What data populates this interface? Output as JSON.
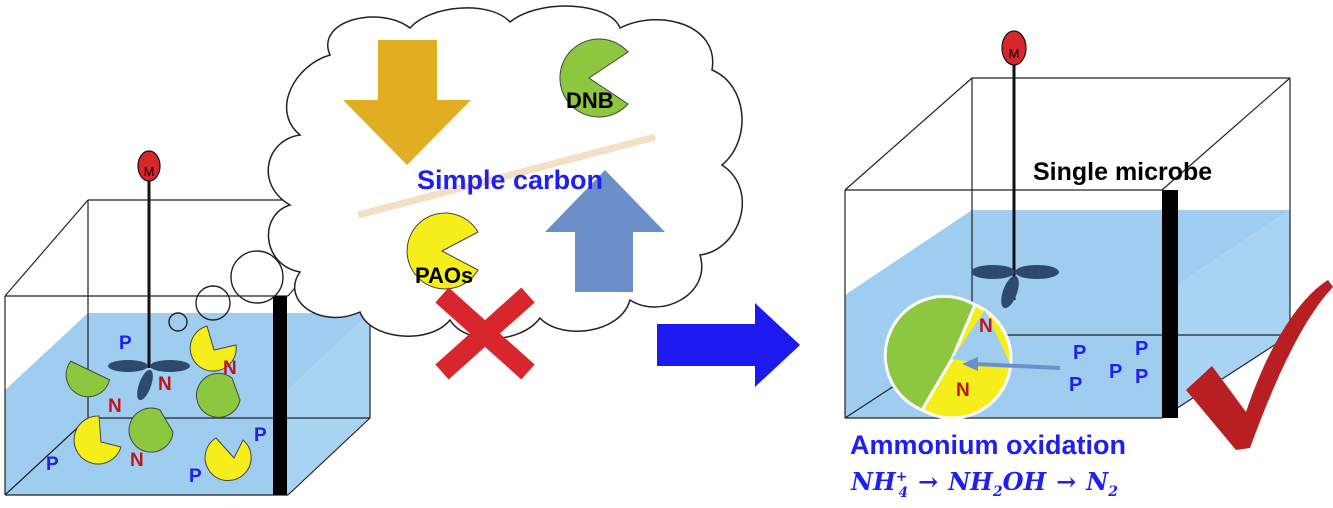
{
  "cloud": {
    "dnb_label": "DNB",
    "simple_carbon_label": "Simple carbon",
    "paos_label": "PAOs"
  },
  "left_tank": {
    "motor_label": "M",
    "letters": [
      "P",
      "N",
      "N",
      "N",
      "N",
      "P",
      "P",
      "P"
    ]
  },
  "right_tank": {
    "motor_label": "M",
    "single_microbe_label": "Single microbe",
    "n_labels": [
      "N",
      "N"
    ],
    "p_labels": [
      "P",
      "P",
      "P",
      "P",
      "P"
    ],
    "ammonium_label": "Ammonium oxidation",
    "equation": {
      "nh4": "NH",
      "nh4_sup": "+",
      "nh4_sub": "4",
      "arrow1": "→",
      "nh2oh_a": "NH",
      "nh2oh_sub": "2",
      "nh2oh_b": "OH",
      "arrow2": "→",
      "n2": "N",
      "n2_sub": "2"
    }
  },
  "colors": {
    "water": "#9ecdf0",
    "green_microbe": "#8dc63f",
    "yellow_microbe": "#f5ee1a",
    "orange_arrow": "#e2ae21",
    "blue_up_arrow": "#6c8fc9",
    "big_blue_arrow": "#1d1af0",
    "red_cross": "#d8262d",
    "red_check": "#b81e22",
    "motor_red": "#d8262d",
    "impeller": "#2d4a6c",
    "text_blue": "#1f1ff0",
    "text_red": "#c0141c"
  }
}
